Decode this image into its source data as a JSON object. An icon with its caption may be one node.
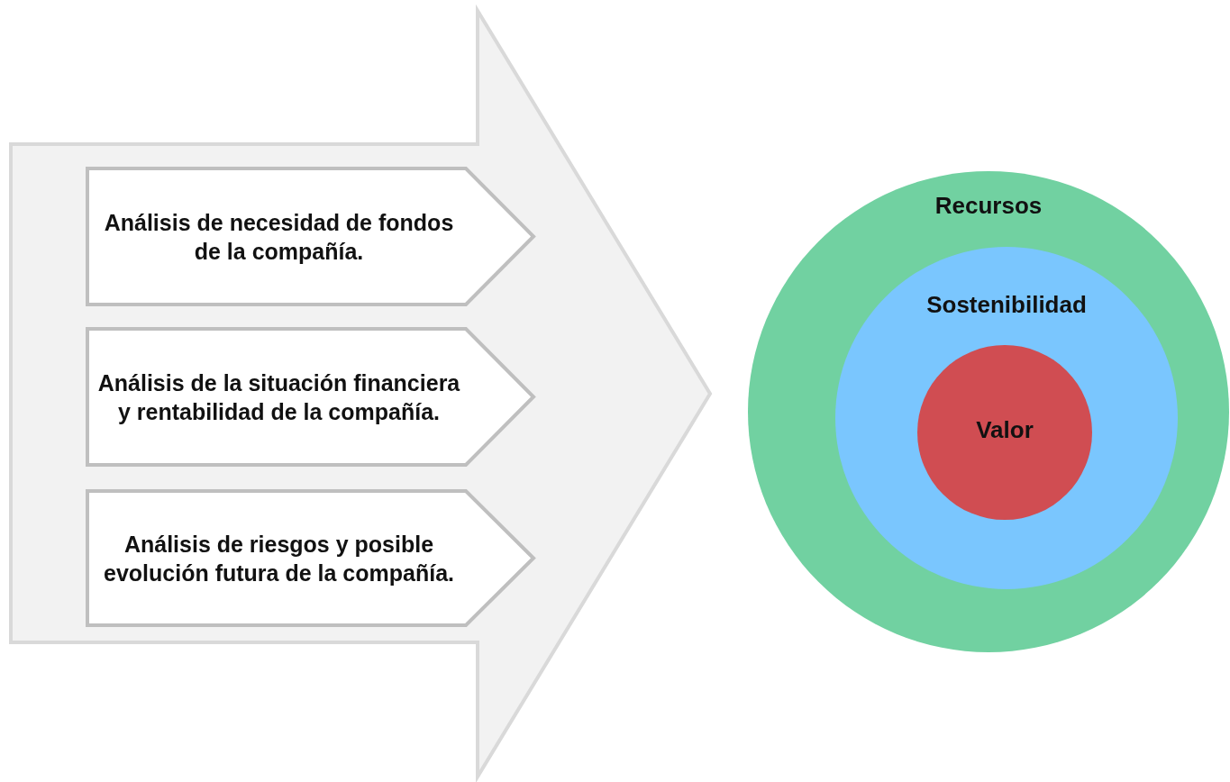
{
  "diagram": {
    "nodes": [
      {
        "text": [],
        "shape": "arrow"
      },
      {
        "text": [
          "Análisis de necesidad de fondos de la compañía."
        ],
        "in": 0
      },
      {
        "text": [
          "Análisis de la situación financiera y rentabilidad de la compañía."
        ],
        "in": 0
      },
      {
        "text": [
          "Análisis de riesgos y posible evolución futura de la compañía."
        ],
        "in": 0
      },
      {
        "text": [
          "Recursos"
        ]
      },
      {
        "text": [
          "Sostenibilidad"
        ],
        "in": 4
      },
      {
        "text": [
          "Valor"
        ],
        "in": 5
      }
    ]
  }
}
